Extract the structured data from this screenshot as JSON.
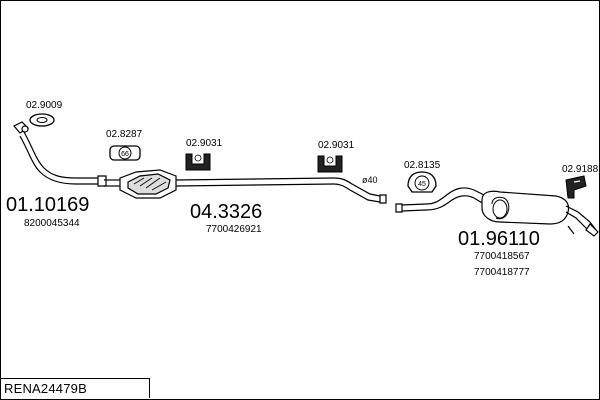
{
  "diagram": {
    "reference": "RENA24479B",
    "assemblies": [
      {
        "number": "01.10169",
        "oem": [
          "8200045344"
        ]
      },
      {
        "number": "04.3326",
        "oem": [
          "7700426921"
        ]
      },
      {
        "number": "01.96110",
        "oem": [
          "7700418567",
          "7700418777"
        ]
      }
    ],
    "parts": [
      {
        "number": "02.9009"
      },
      {
        "number": "02.8287",
        "badge": "66"
      },
      {
        "number": "02.9031"
      },
      {
        "number": "02.9031"
      },
      {
        "number": "02.8135",
        "badge": "45"
      },
      {
        "number": "02.9188"
      }
    ],
    "pipe_size": "ø40"
  }
}
